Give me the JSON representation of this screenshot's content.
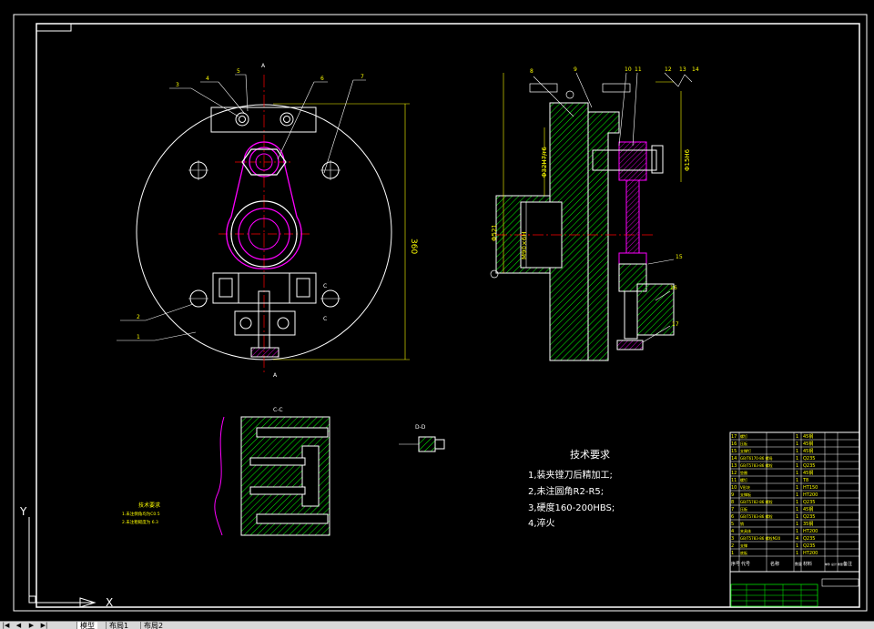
{
  "drawing": {
    "section_label_top": "A",
    "section_label_bottom": "A",
    "section_cc": "C-C",
    "section_dd": "D-D",
    "dimensions": {
      "height_360": "360",
      "right_dim_1": "Φ32H7/r6",
      "right_dim_2": "Φ521",
      "right_dim_3": "M90×6H",
      "right_dim_4": "Φ15H6"
    },
    "front_balloons": [
      "1",
      "2",
      "3",
      "4",
      "5",
      "6",
      "7"
    ],
    "side_balloons": [
      "8",
      "9",
      "10",
      "11",
      "12",
      "13",
      "14",
      "15",
      "16",
      "17"
    ],
    "tech_req": {
      "title": "技术要求",
      "items": [
        "1,装夹镗刀后精加工;",
        "2,未注圆角R2-R5;",
        "3,硬度160-200HBS;",
        "4,淬火"
      ]
    },
    "small_note": {
      "title": "技术要求",
      "items": [
        "1.未注倒角均为C0.5",
        "2.未注粗糙度为 6.3"
      ]
    }
  },
  "bom": {
    "rows": [
      {
        "no": "17",
        "name": "螺钉",
        "qty": "1",
        "mat": "45钢"
      },
      {
        "no": "16",
        "name": "压板",
        "qty": "1",
        "mat": "45钢"
      },
      {
        "no": "15",
        "name": "支撑钉",
        "qty": "1",
        "mat": "45钢"
      },
      {
        "no": "14",
        "name": "GB/T6170-86 螺母",
        "qty": "1",
        "mat": "Q235"
      },
      {
        "no": "13",
        "name": "GB/T5783-86 螺栓",
        "qty": "1",
        "mat": "Q235"
      },
      {
        "no": "12",
        "name": "垫圈",
        "qty": "1",
        "mat": "45钢"
      },
      {
        "no": "11",
        "name": "螺钉",
        "qty": "1",
        "mat": "T8"
      },
      {
        "no": "10",
        "name": "V形块",
        "qty": "1",
        "mat": "HT150"
      },
      {
        "no": "9",
        "name": "支撑板",
        "qty": "1",
        "mat": "HT200"
      },
      {
        "no": "8",
        "name": "GB/T5782-86 螺栓",
        "qty": "1",
        "mat": "Q235"
      },
      {
        "no": "7",
        "name": "压板",
        "qty": "1",
        "mat": "45钢"
      },
      {
        "no": "6",
        "name": "GB/T5783-86 螺栓",
        "qty": "1",
        "mat": "Q235"
      },
      {
        "no": "5",
        "name": "销",
        "qty": "1",
        "mat": "35钢"
      },
      {
        "no": "4",
        "name": "夹具体",
        "qty": "1",
        "mat": "HT200"
      },
      {
        "no": "3",
        "name": "GB/T5783-86 螺栓M20",
        "qty": "4",
        "mat": "Q235"
      },
      {
        "no": "2",
        "name": "支撑",
        "qty": "1",
        "mat": "Q235"
      },
      {
        "no": "1",
        "name": "底板",
        "qty": "1",
        "mat": "HT200"
      }
    ],
    "header": {
      "no": "序号",
      "code": "代号",
      "name": "名称",
      "qty": "数量",
      "mat": "材料",
      "weight": "单件 总计 重量",
      "note": "备注"
    }
  },
  "ucs": {
    "x": "X",
    "y": "Y"
  },
  "tabs": {
    "model": "模型",
    "layout1": "布局1",
    "layout2": "布局2"
  },
  "colors": {
    "bg": "#000000",
    "white": "#ffffff",
    "yellow": "#ffff00",
    "green": "#00ff00",
    "magenta": "#ff00ff",
    "red": "#ff0000",
    "cyan": "#00ffff"
  }
}
